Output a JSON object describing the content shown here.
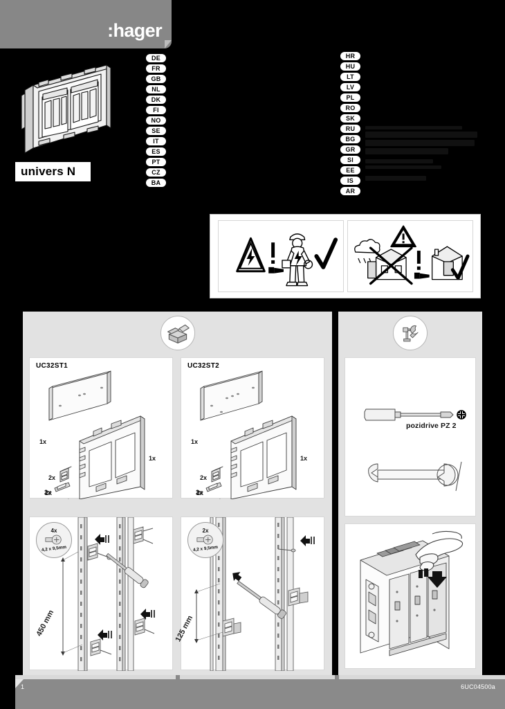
{
  "document": {
    "brand": ":hager",
    "product_name": "univers N",
    "page_number": "1",
    "doc_code": "6UC04500a"
  },
  "languages": {
    "left_column": [
      "DE",
      "FR",
      "GB",
      "NL",
      "DK",
      "FI",
      "NO",
      "SE",
      "IT",
      "ES",
      "PT",
      "CZ",
      "BA"
    ],
    "right_column": [
      "HR",
      "HU",
      "LT",
      "LV",
      "PL",
      "RO",
      "SK",
      "RU",
      "BG",
      "GR",
      "SI",
      "EE",
      "IS",
      "AR"
    ]
  },
  "safety": {
    "cells": [
      {
        "name": "electrical-hazard-qualified-person",
        "icons": [
          "high-voltage-triangle",
          "exclamation",
          "pointing-hand",
          "electrician-figure",
          "check-mark"
        ]
      },
      {
        "name": "indoor-use-only",
        "icons": [
          "warning-triangle",
          "rain-cloud",
          "house-crossed-out",
          "exclamation",
          "pointing-hand",
          "house-approved",
          "check-mark"
        ]
      }
    ]
  },
  "contents": {
    "icon": "open-box-icon",
    "kits": [
      {
        "title": "UC32ST1",
        "items": [
          {
            "qty": "1x",
            "part": "back-plate"
          },
          {
            "qty": "1x",
            "part": "front-frame"
          },
          {
            "qty": "2x",
            "part": "bracket-clip"
          },
          {
            "qty": "2x",
            "part": "rail-slider"
          },
          {
            "qty": "2x",
            "part": "rail-slider"
          }
        ]
      },
      {
        "title": "UC32ST2",
        "items": [
          {
            "qty": "1x",
            "part": "back-plate"
          },
          {
            "qty": "1x",
            "part": "front-frame"
          },
          {
            "qty": "2x",
            "part": "bracket-clip"
          },
          {
            "qty": "2x",
            "part": "rail-slider"
          },
          {
            "qty": "2x",
            "part": "rail-slider"
          }
        ]
      }
    ]
  },
  "tools": {
    "icon": "hammer-wrench-icon",
    "items": [
      {
        "name": "screwdriver",
        "caption": "pozidrive PZ 2"
      },
      {
        "name": "open-end-wrench",
        "caption": ""
      }
    ]
  },
  "steps": [
    {
      "id": "step-1",
      "screw_qty": "4x",
      "screw_size": "4,2 x 9,5mm",
      "dimension": "450 mm"
    },
    {
      "id": "step-2",
      "screw_qty": "2x",
      "screw_size": "4,2 x 9,5mm",
      "dimension": "125 mm"
    },
    {
      "id": "step-3",
      "screw_qty": "",
      "screw_size": "",
      "dimension": ""
    }
  ],
  "colors": {
    "header_gray": "#878787",
    "section_gray": "#e2e2e2",
    "footer_gray": "#8a8a8a",
    "page_black": "#000000",
    "card_white": "#ffffff"
  }
}
